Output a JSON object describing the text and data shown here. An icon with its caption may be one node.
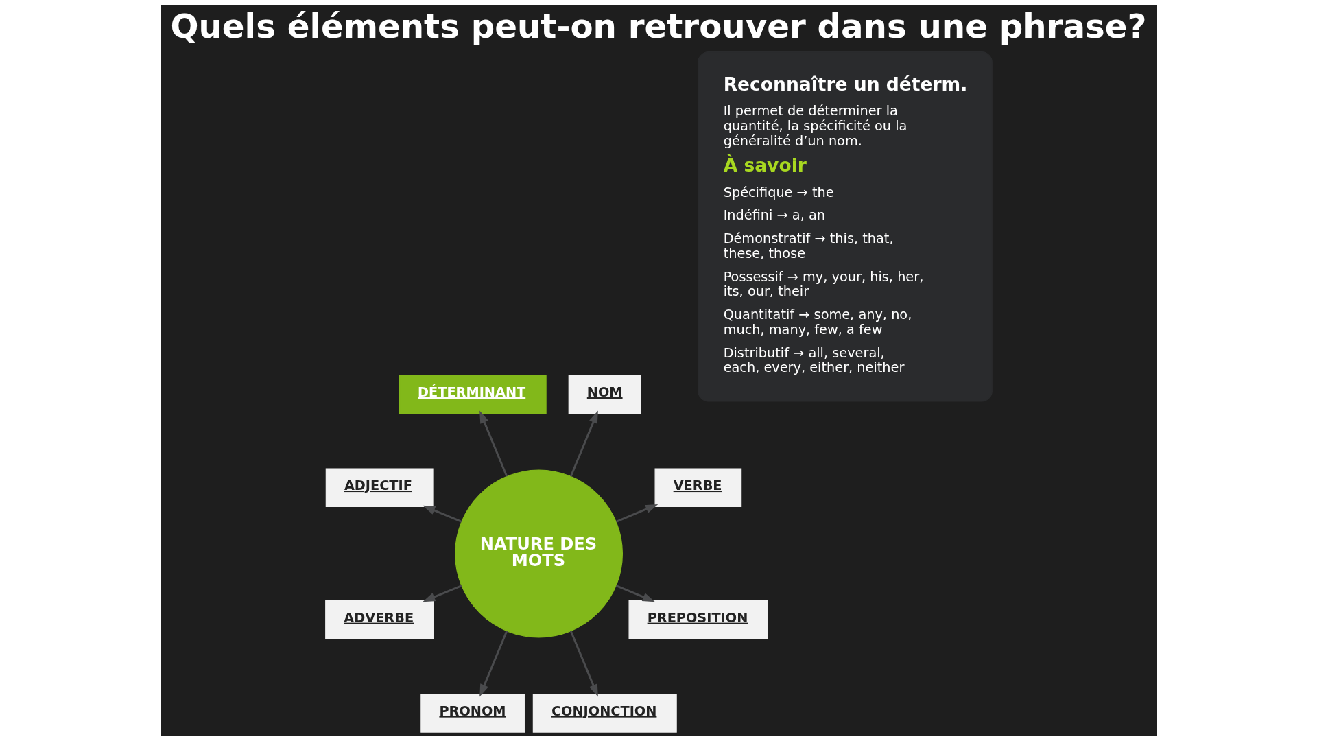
{
  "diagram": {
    "title": "Quels éléments peut-on retrouver dans une phrase?",
    "nodes": [
      {
        "text": [
          "NATURE DES MOTS"
        ]
      },
      {
        "text": [
          "VERBE"
        ]
      },
      {
        "text": [
          "NOM"
        ]
      },
      {
        "text": [
          "DÉTERMINANT"
        ]
      },
      {
        "text": [
          "ADJECTIF"
        ]
      },
      {
        "text": [
          "ADVERBE"
        ]
      },
      {
        "text": [
          "PRONOM"
        ]
      },
      {
        "text": [
          "CONJONCTION"
        ]
      },
      {
        "text": [
          "PREPOSITION"
        ]
      },
      {
        "text": [
          "Reconnaître un déterm.",
          "Il permet de déterminer la quantité, la spécificité ou la généralité d’un nom.",
          "À savoir",
          "Spécifique → the",
          "Indéfini → a, an",
          "Démonstratif → this, that, these, those",
          "Possessif → my, your, his, her, its, our, their",
          "Quantitatif → some, any, no, much, many, few, a few",
          "Distributif → all, several, each, every, either, neither"
        ]
      }
    ],
    "edges": [
      {
        "from": 0,
        "to": 1,
        "arrow": "to"
      },
      {
        "from": 0,
        "to": 2,
        "arrow": "to"
      },
      {
        "from": 0,
        "to": 3,
        "arrow": "to"
      },
      {
        "from": 0,
        "to": 4,
        "arrow": "to"
      },
      {
        "from": 0,
        "to": 5,
        "arrow": "to"
      },
      {
        "from": 0,
        "to": 6,
        "arrow": "to"
      },
      {
        "from": 0,
        "to": 7,
        "arrow": "to"
      },
      {
        "from": 0,
        "to": 8,
        "arrow": "to"
      }
    ]
  }
}
